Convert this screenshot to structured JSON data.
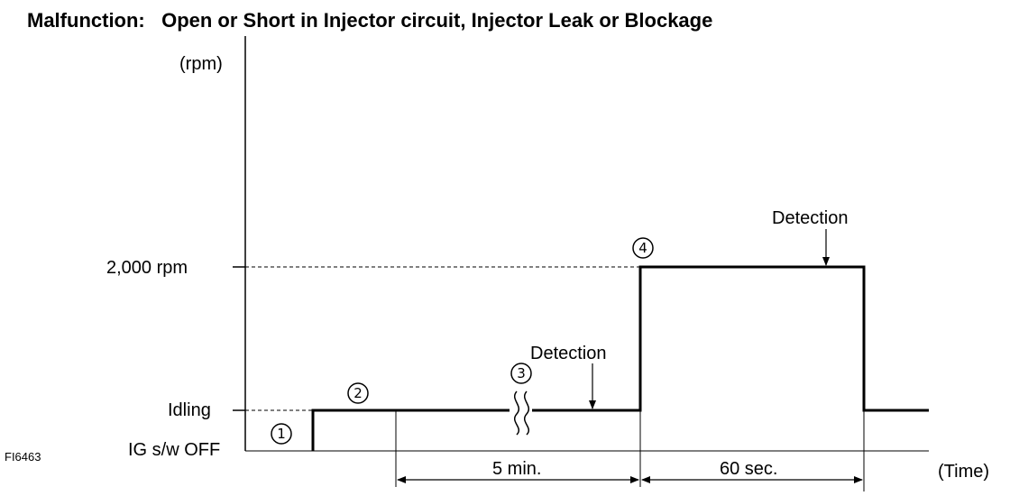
{
  "title": "Malfunction:   Open or Short in Injector circuit, Injector Leak or Blockage",
  "figure_id": "FI6463",
  "y_axis": {
    "unit_label": "(rpm)",
    "levels": {
      "rpm_2000": "2,000 rpm",
      "idling": "Idling",
      "ig_off": "IG s/w OFF"
    }
  },
  "x_axis": {
    "unit_label": "(Time)"
  },
  "steps": {
    "s1": "1",
    "s2": "2",
    "s3": "3",
    "s4": "4"
  },
  "annotations": {
    "detection_1": "Detection",
    "detection_2": "Detection"
  },
  "durations": {
    "d1": "5 min.",
    "d2": "60 sec."
  }
}
